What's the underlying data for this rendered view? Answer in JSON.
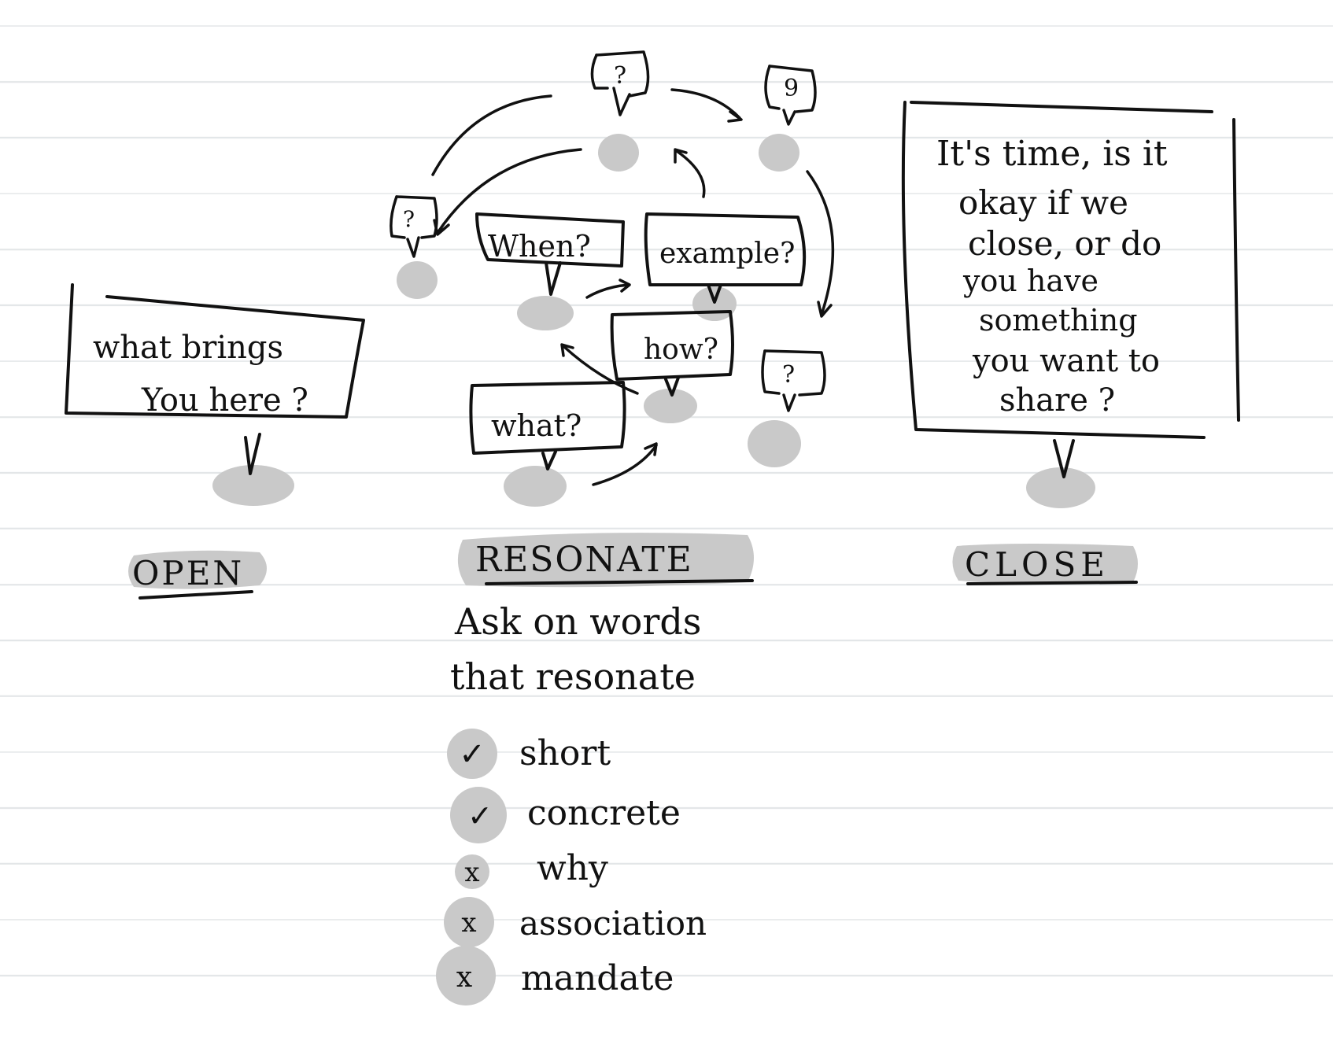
{
  "colors": {
    "ink": "#111111",
    "shadow": "#c9c9c9",
    "paper": "#ffffff",
    "rule": "#e3e6e8"
  },
  "open": {
    "bubble_line1": "what brings",
    "bubble_line2": "You here ?",
    "label": "OPEN"
  },
  "resonate": {
    "label": "RESONATE",
    "bubbles": {
      "when": "When?",
      "example": "example?",
      "how": "how?",
      "what": "what?",
      "q1": "?",
      "q2": "9",
      "q3": "?",
      "q4": "?"
    },
    "instruction_line1": "Ask on words",
    "instruction_line2": "that resonate",
    "checklist": [
      {
        "mark": "✓",
        "text": "short"
      },
      {
        "mark": "✓",
        "text": "concrete"
      },
      {
        "mark": "x",
        "text": "why"
      },
      {
        "mark": "x",
        "text": "association"
      },
      {
        "mark": "x",
        "text": "mandate"
      }
    ]
  },
  "close": {
    "bubble_lines": [
      "It's time, is it",
      "okay if we",
      "close, or do",
      "you have",
      "something",
      "you want to",
      "share ?"
    ],
    "label": "CLOSE"
  }
}
